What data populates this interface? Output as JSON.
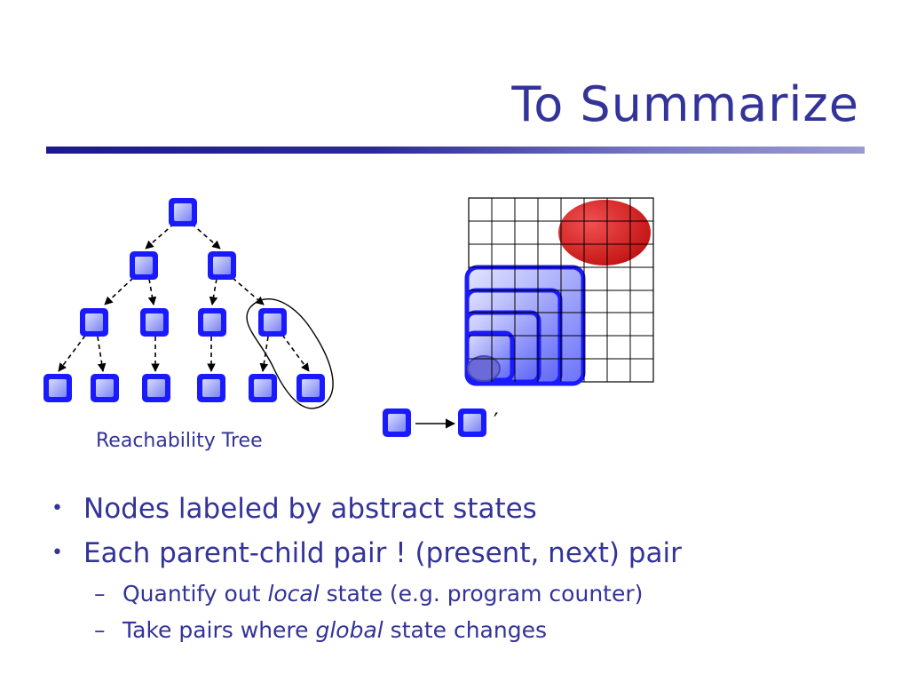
{
  "slide": {
    "title": "To Summarize",
    "figure": {
      "tree_caption": "Reachability Tree",
      "prime_mark": "′"
    },
    "bullets": [
      {
        "marker": "•",
        "text": "Nodes labeled by abstract states"
      },
      {
        "marker": "•",
        "text": "Each parent-child pair ! (present, next) pair"
      }
    ],
    "sub_bullets": [
      {
        "marker": "–",
        "before": "Quantify out ",
        "emph": "local",
        "after": " state (e.g. program counter)"
      },
      {
        "marker": "–",
        "before": "Take pairs where ",
        "emph": "global",
        "after": " state changes"
      }
    ]
  },
  "colors": {
    "text": "#333399",
    "node_border": "#1a1aff",
    "node_fill": "#9aa0ff",
    "region_red": "#e02020",
    "region_blue": "#2a2aff"
  },
  "icons": [
    "state-node-icon",
    "arrow-icon"
  ]
}
